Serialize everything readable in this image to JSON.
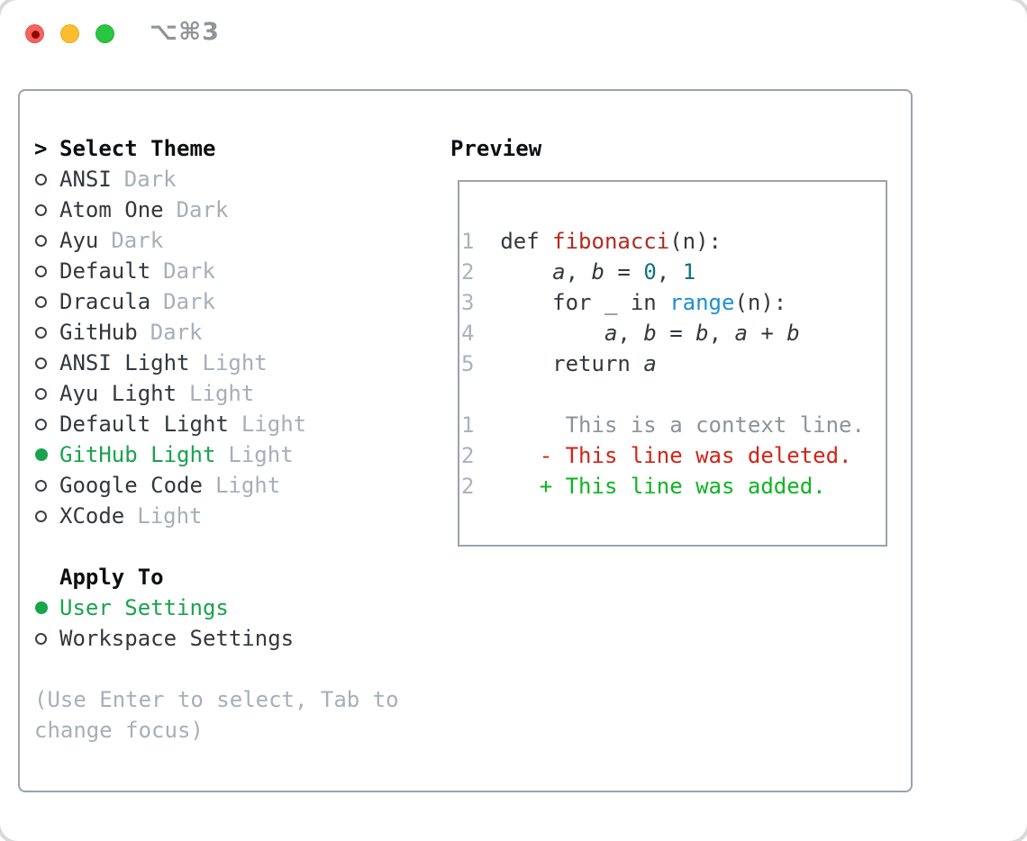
{
  "titlebar": {
    "shortcut": "⌥⌘3",
    "traffic_lights": [
      "close",
      "minimize",
      "zoom"
    ]
  },
  "theme_panel": {
    "header_prefix": ">",
    "header": "Select Theme",
    "themes": [
      {
        "name": "ANSI",
        "variant": "Dark",
        "selected": false
      },
      {
        "name": "Atom One",
        "variant": "Dark",
        "selected": false
      },
      {
        "name": "Ayu",
        "variant": "Dark",
        "selected": false
      },
      {
        "name": "Default",
        "variant": "Dark",
        "selected": false
      },
      {
        "name": "Dracula",
        "variant": "Dark",
        "selected": false
      },
      {
        "name": "GitHub",
        "variant": "Dark",
        "selected": false
      },
      {
        "name": "ANSI Light",
        "variant": "Light",
        "selected": false
      },
      {
        "name": "Ayu Light",
        "variant": "Light",
        "selected": false
      },
      {
        "name": "Default Light",
        "variant": "Light",
        "selected": false
      },
      {
        "name": "GitHub Light",
        "variant": "Light",
        "selected": true
      },
      {
        "name": "Google Code",
        "variant": "Light",
        "selected": false
      },
      {
        "name": "XCode",
        "variant": "Light",
        "selected": false
      }
    ],
    "apply_to": {
      "header": "Apply To",
      "options": [
        {
          "label": "User Settings",
          "selected": true
        },
        {
          "label": "Workspace Settings",
          "selected": false
        }
      ]
    },
    "hint": "(Use Enter to select, Tab to change focus)"
  },
  "preview": {
    "title": "Preview",
    "code_lines": [
      {
        "num": "1",
        "tokens": [
          {
            "c": "plain",
            "t": "def "
          },
          {
            "c": "func",
            "t": "fibonacci"
          },
          {
            "c": "plain",
            "t": "(n):"
          }
        ]
      },
      {
        "num": "2",
        "tokens": [
          {
            "c": "plain",
            "t": "    "
          },
          {
            "c": "var",
            "t": "a"
          },
          {
            "c": "plain",
            "t": ", "
          },
          {
            "c": "var",
            "t": "b"
          },
          {
            "c": "plain",
            "t": " = "
          },
          {
            "c": "num",
            "t": "0"
          },
          {
            "c": "plain",
            "t": ", "
          },
          {
            "c": "num",
            "t": "1"
          }
        ]
      },
      {
        "num": "3",
        "tokens": [
          {
            "c": "plain",
            "t": "    for _ in "
          },
          {
            "c": "builtin",
            "t": "range"
          },
          {
            "c": "plain",
            "t": "(n):"
          }
        ]
      },
      {
        "num": "4",
        "tokens": [
          {
            "c": "plain",
            "t": "        "
          },
          {
            "c": "var",
            "t": "a"
          },
          {
            "c": "plain",
            "t": ", "
          },
          {
            "c": "var",
            "t": "b"
          },
          {
            "c": "plain",
            "t": " = "
          },
          {
            "c": "var",
            "t": "b"
          },
          {
            "c": "plain",
            "t": ", "
          },
          {
            "c": "var",
            "t": "a"
          },
          {
            "c": "plain",
            "t": " + "
          },
          {
            "c": "var",
            "t": "b"
          }
        ]
      },
      {
        "num": "5",
        "tokens": [
          {
            "c": "plain",
            "t": "    return "
          },
          {
            "c": "var",
            "t": "a"
          }
        ]
      },
      {
        "num": "",
        "tokens": []
      },
      {
        "num": "1",
        "tokens": [
          {
            "c": "context",
            "t": "     This is a context line."
          }
        ]
      },
      {
        "num": "2",
        "tokens": [
          {
            "c": "deleted",
            "t": "   - This line was deleted."
          }
        ]
      },
      {
        "num": "2",
        "tokens": [
          {
            "c": "added",
            "t": "   + This line was added."
          }
        ]
      }
    ]
  },
  "colors": {
    "border": "#9aa3ae",
    "text": "#32383e",
    "muted": "#a6afb9",
    "selected": "#18a44b",
    "lineno": "#a9b3bd",
    "context": "#8b939b",
    "deleted": "#d32315",
    "added": "#0db521",
    "func": "#b22a20",
    "number": "#0f747d",
    "builtin": "#1e8fd0",
    "light-red": "#f6635c",
    "light-yellow": "#fdbd2e",
    "light-green": "#29c63f"
  }
}
